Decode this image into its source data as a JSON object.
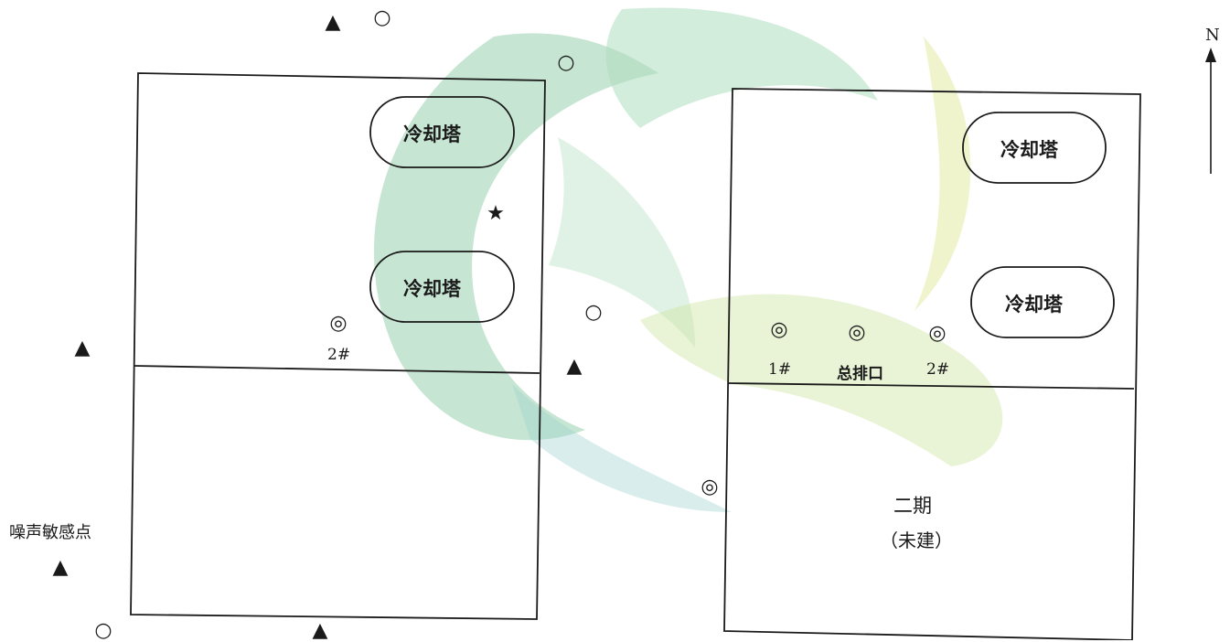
{
  "compass": {
    "label": "N"
  },
  "plant_left": {
    "towers": [
      "冷却塔",
      "冷却塔"
    ],
    "outlet_label": "2#"
  },
  "plant_right": {
    "towers": [
      "冷却塔",
      "冷却塔"
    ],
    "outlets": [
      "1#",
      "总排口",
      "2#"
    ],
    "phase2": {
      "title": "二期",
      "status": "（未建）"
    }
  },
  "noise_sensitive_label": "噪声敏感点",
  "symbols": {
    "triangle": "▲",
    "circle": "○",
    "double_circle": "◎",
    "star": "★"
  },
  "colors": {
    "watermark_green": "#2e9a4f",
    "watermark_teal": "#2a9d9a",
    "watermark_yellow": "#c9d84a",
    "line": "#1a1a1a"
  }
}
